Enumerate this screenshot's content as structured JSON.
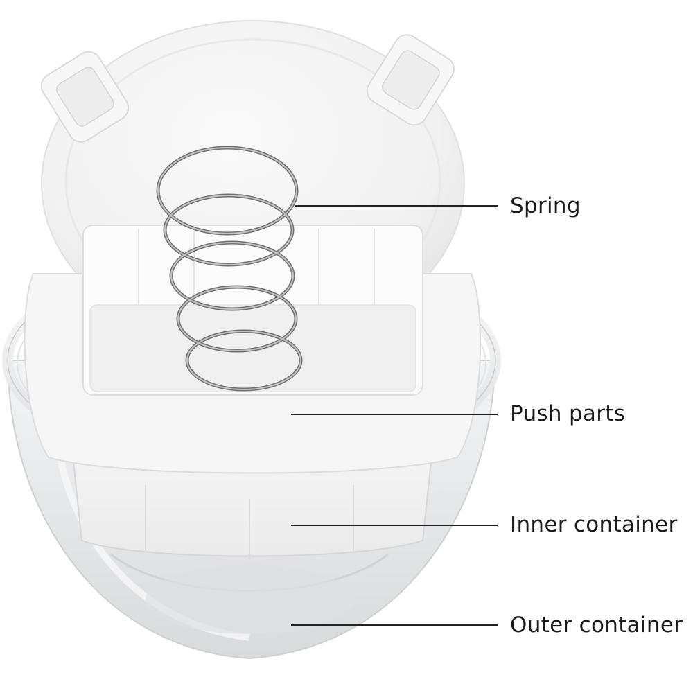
{
  "labels": {
    "spring": "Spring",
    "push_parts": "Push parts",
    "inner_container": "Inner container",
    "outer_container": "Outer container"
  },
  "colors": {
    "background": "#ffffff",
    "lid": "#f4f4f4",
    "clear_plastic": "#e9eaec",
    "spring_metal": "#8a8a8a",
    "callout": "#222222"
  }
}
